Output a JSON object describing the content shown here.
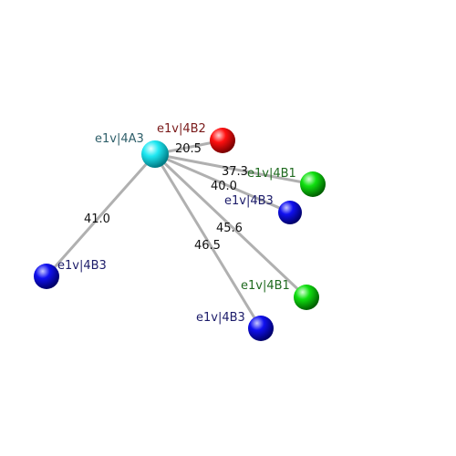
{
  "center": {
    "label": "e1v|4A3",
    "color": "#00e5f0",
    "label_color": "#2f5f6a"
  },
  "neighbors": [
    {
      "label": "e1v|4B2",
      "color": "#ff0000",
      "label_color": "#7a1a1a",
      "distance": "20.5"
    },
    {
      "label": "e1v|4B1",
      "color": "#00dd00",
      "label_color": "#1f6a1f",
      "distance": "37.3"
    },
    {
      "label": "e1v|4B3",
      "color": "#0000ee",
      "label_color": "#1c1c6a",
      "distance": "40.0"
    },
    {
      "label": "e1v|4B3",
      "color": "#0000ee",
      "label_color": "#1c1c6a",
      "distance": "41.0"
    },
    {
      "label": "e1v|4B1",
      "color": "#00dd00",
      "label_color": "#1f6a1f",
      "distance": "45.6"
    },
    {
      "label": "e1v|4B3",
      "color": "#0000ee",
      "label_color": "#1c1c6a",
      "distance": "46.5"
    }
  ]
}
